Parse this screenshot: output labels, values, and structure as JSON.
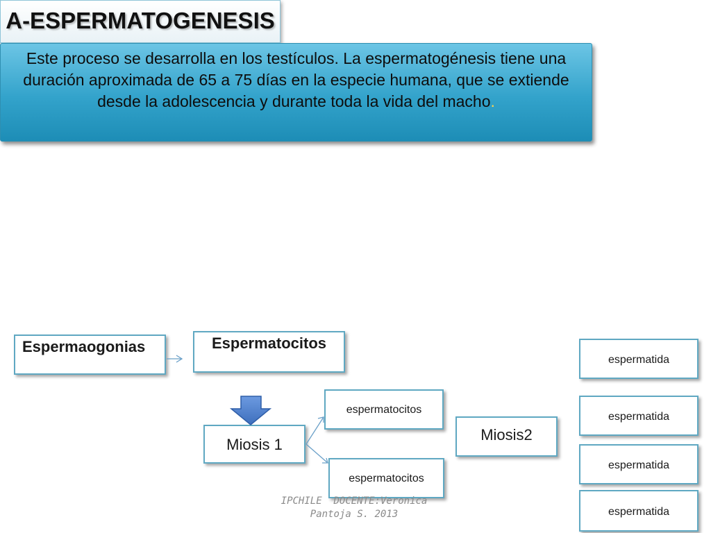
{
  "title": "A-ESPERMATOGENESIS",
  "info": {
    "text": "Este proceso se desarrolla en los testículos. La espermatogénesis tiene una duración aproximada de 65 a 75 días en la especie humana, que se extiende desde la adolescencia y durante toda la vida del macho",
    "trailing": "."
  },
  "nodes": {
    "espermaogonias": "Espermaogonias",
    "espermatocitos_main": "Espermatocitos",
    "miosis1": "Miosis 1",
    "miosis2": "Miosis2",
    "espermatocitos_a": "espermatocitos",
    "espermatocitos_b": "espermatocitos",
    "espermatida_1": "espermatida",
    "espermatida_2": "espermatida",
    "espermatida_3": "espermatida",
    "espermatida_4": "espermatida"
  },
  "credit": {
    "line1": "IPCHILE  DOCENTE:Veronica",
    "line2": "Pantoja S. 2013"
  },
  "colors": {
    "box_border": "#5fa8c2",
    "info_fill": "#33a3cb",
    "down_arrow": "#4f7fc9",
    "connector": "#6aa0c8"
  }
}
